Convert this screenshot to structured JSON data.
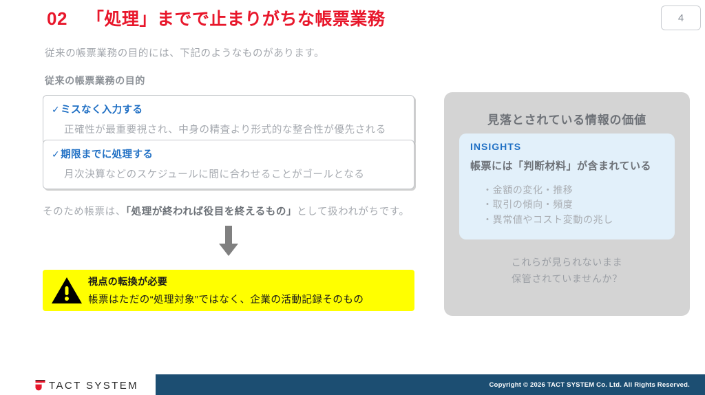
{
  "header": {
    "number": "02",
    "title": "「処理」までで止まりがちな帳票業務",
    "page_number": "4",
    "accent_color": "#e8172b"
  },
  "left": {
    "lead_text": "従来の帳票業務の目的には、下記のようなものがあります。",
    "section_label": "従来の帳票業務の目的",
    "cards": [
      {
        "check": "✓",
        "title": "ミスなく入力する",
        "desc": "正確性が最重要視され、中身の精査より形式的な整合性が優先される"
      },
      {
        "check": "✓",
        "title": "期限までに処理する",
        "desc": "月次決算などのスケジュールに間に合わせることがゴールとなる"
      }
    ],
    "transition": {
      "before": "そのため帳票は、",
      "emphasis": "「処理が終われば役目を終えるもの」",
      "after": "として扱われがちです。"
    },
    "warning": {
      "title": "視点の転換が必要",
      "body": "帳票はただの“処理対象”ではなく、企業の活動記録そのもの",
      "background_color": "#ffff00"
    }
  },
  "right_panel": {
    "title": "見落とされている情報の価値",
    "insight_label": "INSIGHTS",
    "insight_headline": "帳票には「判断材料」が含まれている",
    "bullets": [
      "・金額の変化・推移",
      "・取引の傾向・頻度",
      "・異常値やコスト変動の兆し"
    ],
    "footer_line1": "これらが見られないまま",
    "footer_line2": "保管されていませんか？",
    "panel_color": "#d4d4d4",
    "insight_box_color": "#e2f0fa",
    "insight_label_color": "#1f6fc4"
  },
  "footer": {
    "brand_name": "TACT SYSTEM",
    "copyright": "Copyright © 2026 TACT SYSTEM Co. Ltd. All Rights Reserved.",
    "bar_color": "#1c4e72"
  }
}
